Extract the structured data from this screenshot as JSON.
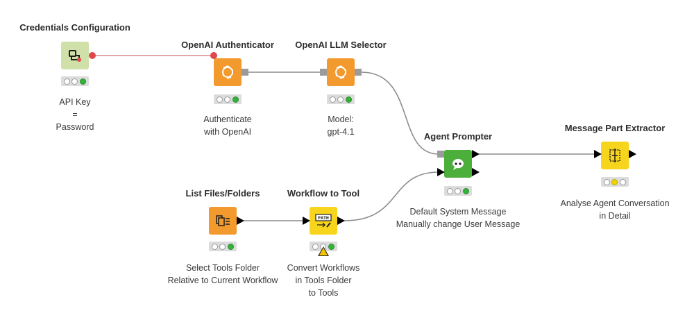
{
  "nodes": {
    "credentials": {
      "title": "Credentials Configuration",
      "desc": [
        "API Key",
        "=",
        "Password"
      ],
      "color": "#cfe0a8"
    },
    "authenticator": {
      "title": "OpenAI Authenticator",
      "desc": [
        "Authenticate",
        "with OpenAI"
      ],
      "color": "#f29a2e"
    },
    "llm_selector": {
      "title": "OpenAI LLM Selector",
      "desc": [
        "Model:",
        "gpt-4.1"
      ],
      "color": "#f29a2e"
    },
    "agent_prompter": {
      "title": "Agent Prompter",
      "desc": [
        "Default System Message",
        "Manually change User Message"
      ],
      "color": "#4caf3c"
    },
    "message_part_extractor": {
      "title": "Message Part Extractor",
      "desc": [
        "Analyse Agent Conversation",
        "in Detail"
      ],
      "color": "#f7d51c"
    },
    "list_files": {
      "title": "List Files/Folders",
      "desc": [
        "Select Tools Folder",
        "Relative to Current Workflow"
      ],
      "color": "#f29a2e"
    },
    "workflow_to_tool": {
      "title": "Workflow to Tool",
      "desc": [
        "Convert Workflows",
        "in Tools Folder",
        "to Tools"
      ],
      "color": "#f7d51c",
      "icon_text": "PATH"
    }
  },
  "colors": {
    "credential_port": "#e0474c",
    "model_port": "#9b9b9b",
    "data_port": "#000000",
    "connection": "#8c8c8c"
  }
}
